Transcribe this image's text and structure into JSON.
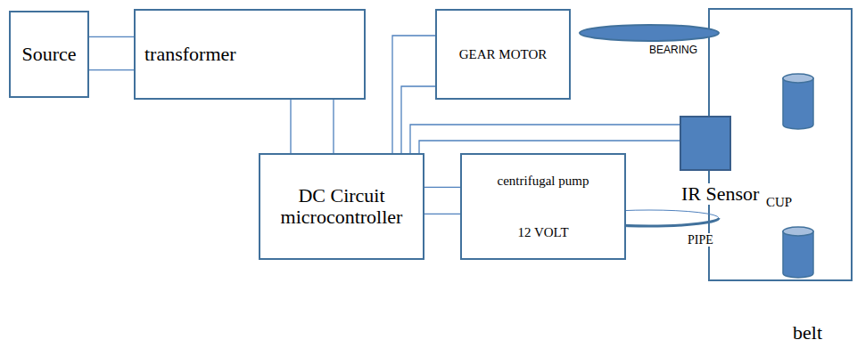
{
  "diagram": {
    "nodes": [
      {
        "text": [
          "Source"
        ]
      },
      {
        "text": [
          "transformer"
        ]
      },
      {
        "text": [
          "GEAR MOTOR"
        ]
      },
      {
        "text": [
          "DC Circuit microcontroller"
        ]
      },
      {
        "text": [
          "centrifugal pump",
          "12 VOLT"
        ]
      },
      {
        "text": [
          "IR Sensor"
        ]
      }
    ],
    "edges": [
      {
        "from": 0,
        "to": 1,
        "arrow": "none"
      },
      {
        "from": 1,
        "to": 3,
        "arrow": "none"
      },
      {
        "from": 3,
        "to": 2,
        "arrow": "none"
      },
      {
        "from": 3,
        "to": 5,
        "arrow": "none"
      },
      {
        "from": 3,
        "to": 4,
        "arrow": "none"
      }
    ],
    "labels": [
      "BEARING",
      "CUP",
      "PIPE",
      "belt"
    ]
  }
}
